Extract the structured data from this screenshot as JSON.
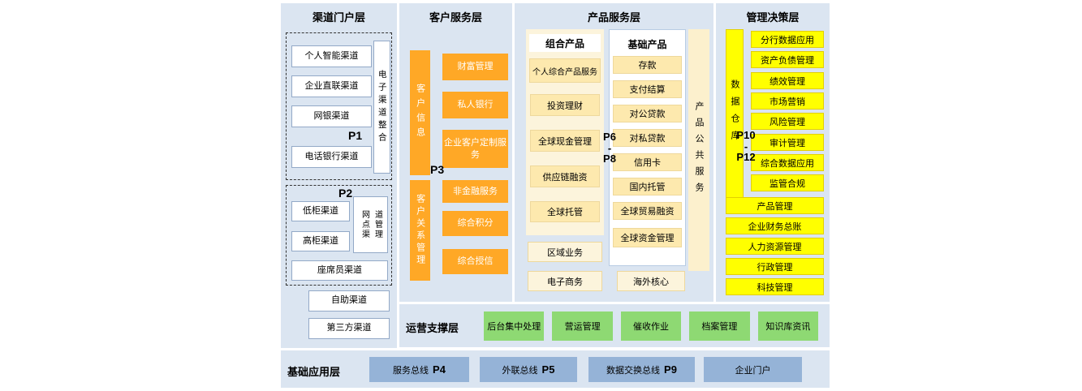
{
  "channel": {
    "title": "渠道门户层",
    "p1_label": "P1",
    "p1_items": [
      "个人智能渠道",
      "企业直联渠道",
      "网银渠道",
      "电话银行渠道"
    ],
    "p1_vertical": "电子渠道整合",
    "p2_label": "P2",
    "p2_items": [
      "低柜渠道",
      "高柜渠道"
    ],
    "p2_vertical": "网点渠道管理",
    "p2_bottom": "座席员渠道",
    "extra_items": [
      "自助渠道",
      "第三方渠道"
    ]
  },
  "customer": {
    "title": "客户服务层",
    "p3_label": "P3",
    "info_bar": "客户信息",
    "info_items": [
      "财富管理",
      "私人银行",
      "企业客户定制服务"
    ],
    "crm_bar": "客户关系管理",
    "crm_items": [
      "非金融服务",
      "综合积分",
      "综合授信"
    ]
  },
  "product": {
    "title": "产品服务层",
    "combo_header": "组合产品",
    "combo_items": [
      "个人综合产品服务",
      "投资理财",
      "全球现金管理",
      "供应链融资",
      "全球托管"
    ],
    "basic_header": "基础产品",
    "basic_items": [
      "存款",
      "支付结算",
      "对公贷款",
      "对私贷款",
      "信用卡",
      "国内托管",
      "全球贸易融资",
      "全球资金管理"
    ],
    "p6_p8_label": "P6\n-\nP8",
    "public_bar": "产品公共服务",
    "bottom_left_items": [
      "区域业务",
      "电子商务"
    ],
    "bottom_right_item": "海外核心"
  },
  "management": {
    "title": "管理决策层",
    "warehouse_bar": "数据仓库",
    "p10_p12_label": "P10\n-\nP12",
    "data_items": [
      "分行数据应用",
      "资产负债管理",
      "绩效管理",
      "市场营销",
      "风险管理",
      "审计管理",
      "综合数据应用",
      "监管合规"
    ],
    "admin_items": [
      "产品管理",
      "企业财务总账",
      "人力资源管理",
      "行政管理",
      "科技管理"
    ]
  },
  "operation": {
    "title": "运营支撑层",
    "items": [
      "后台集中处理",
      "营运管理",
      "催收作业",
      "档案管理",
      "知识库资讯"
    ]
  },
  "base": {
    "title": "基础应用层",
    "items": [
      {
        "label": "服务总线",
        "p": "P4"
      },
      {
        "label": "外联总线",
        "p": "P5"
      },
      {
        "label": "数据交换总线",
        "p": "P9"
      },
      {
        "label": "企业门户",
        "p": ""
      }
    ]
  },
  "colors": {
    "panel_blue": "#dbe5f1",
    "orange": "#ffa826",
    "cream_panel": "#fcf4dc",
    "cream_item": "#fde9ae",
    "yellow": "#ffff00",
    "green": "#8ed973",
    "base_blue": "#95b3d7"
  }
}
